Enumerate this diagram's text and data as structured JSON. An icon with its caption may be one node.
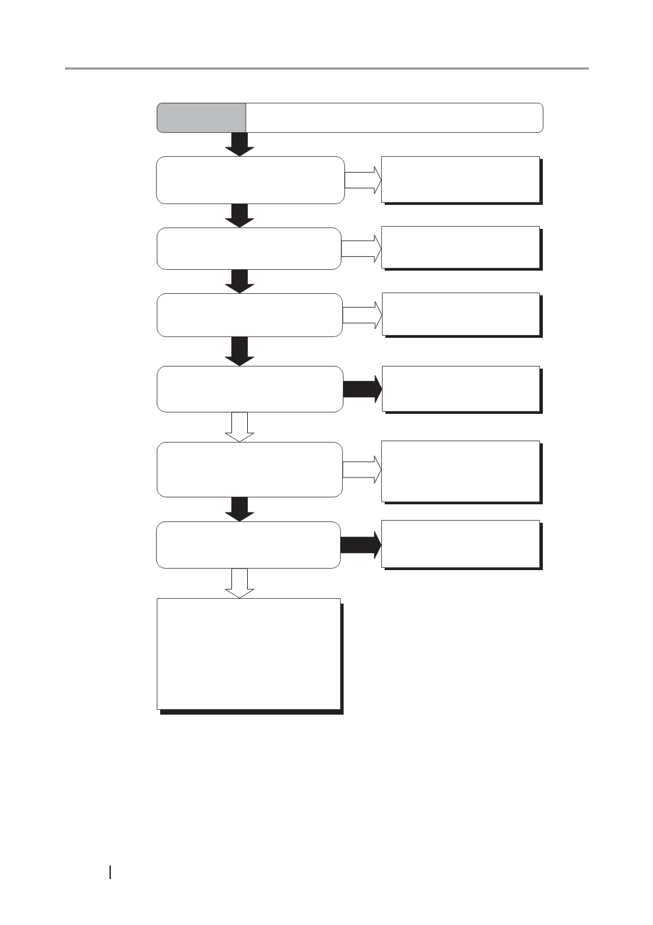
{
  "diagram": {
    "nodes": [
      {
        "text": [],
        "shape": "box"
      },
      {
        "text": [],
        "shape": "box"
      },
      {
        "text": [],
        "shape": "box"
      },
      {
        "text": [],
        "shape": "box"
      },
      {
        "text": [],
        "shape": "box"
      },
      {
        "text": [],
        "shape": "box"
      },
      {
        "text": [],
        "shape": "box"
      },
      {
        "text": [],
        "shape": "box"
      },
      {
        "text": [],
        "shape": "box"
      },
      {
        "text": [],
        "shape": "box"
      },
      {
        "text": [],
        "shape": "box"
      },
      {
        "text": [],
        "shape": "box"
      },
      {
        "text": [],
        "shape": "box"
      },
      {
        "text": [],
        "shape": "box"
      }
    ],
    "edges": [
      {
        "from": 0,
        "to": 1,
        "arrow": "to"
      },
      {
        "from": 1,
        "to": 2,
        "arrow": "to",
        "color": "#ffffff"
      },
      {
        "from": 1,
        "to": 3,
        "arrow": "to"
      },
      {
        "from": 3,
        "to": 4,
        "arrow": "to",
        "color": "#ffffff"
      },
      {
        "from": 3,
        "to": 5,
        "arrow": "to"
      },
      {
        "from": 5,
        "to": 6,
        "arrow": "to",
        "color": "#ffffff"
      },
      {
        "from": 5,
        "to": 7,
        "arrow": "to"
      },
      {
        "from": 7,
        "to": 8,
        "arrow": "to"
      },
      {
        "from": 7,
        "to": 9,
        "arrow": "to",
        "color": "#ffffff"
      },
      {
        "from": 9,
        "to": 10,
        "arrow": "to",
        "color": "#ffffff"
      },
      {
        "from": 9,
        "to": 11,
        "arrow": "to"
      },
      {
        "from": 11,
        "to": 12,
        "arrow": "to"
      },
      {
        "from": 11,
        "to": 13,
        "arrow": "to",
        "color": "#ffffff"
      }
    ]
  }
}
